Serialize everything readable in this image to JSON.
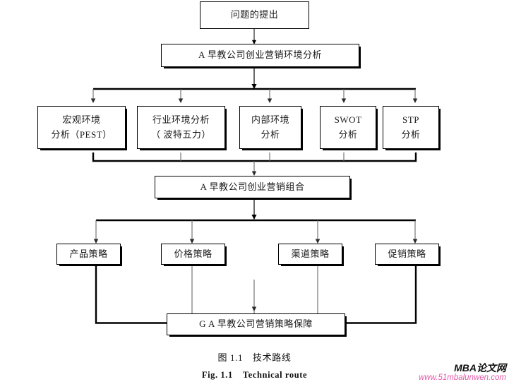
{
  "figure": {
    "nodes": {
      "problem": {
        "lines": [
          "问题的提出"
        ]
      },
      "env_analysis": {
        "lines": [
          "A 早教公司创业营销环境分析"
        ]
      },
      "macro": {
        "lines": [
          "宏观环境",
          "分析（PEST）"
        ]
      },
      "industry": {
        "lines": [
          "行业环境分析",
          "（ 波特五力）"
        ]
      },
      "internal": {
        "lines": [
          "内部环境",
          "分析"
        ]
      },
      "swot": {
        "lines": [
          "SWOT",
          "分析"
        ]
      },
      "stp": {
        "lines": [
          "STP",
          "分析"
        ]
      },
      "mix": {
        "lines": [
          "A 早教公司创业营销组合"
        ]
      },
      "product": {
        "lines": [
          "产品策略"
        ]
      },
      "price": {
        "lines": [
          "价格策略"
        ]
      },
      "channel": {
        "lines": [
          "渠道策略"
        ]
      },
      "promotion": {
        "lines": [
          "促销策略"
        ]
      },
      "guarantee": {
        "lines": [
          "G A 早教公司营销策略保障"
        ]
      }
    },
    "caption": {
      "cn_label": "图 1.1",
      "cn_title": "技术路线",
      "en_label": "Fig. 1.1",
      "en_title": "Technical route"
    },
    "watermark": {
      "brand": "MBA论文网",
      "url": "www.51mbalunwen.com"
    },
    "colors": {
      "stroke": "#000000",
      "box_fill": "#ffffff",
      "text": "#1a1a1a",
      "watermark_url": "#e45aa8"
    }
  }
}
